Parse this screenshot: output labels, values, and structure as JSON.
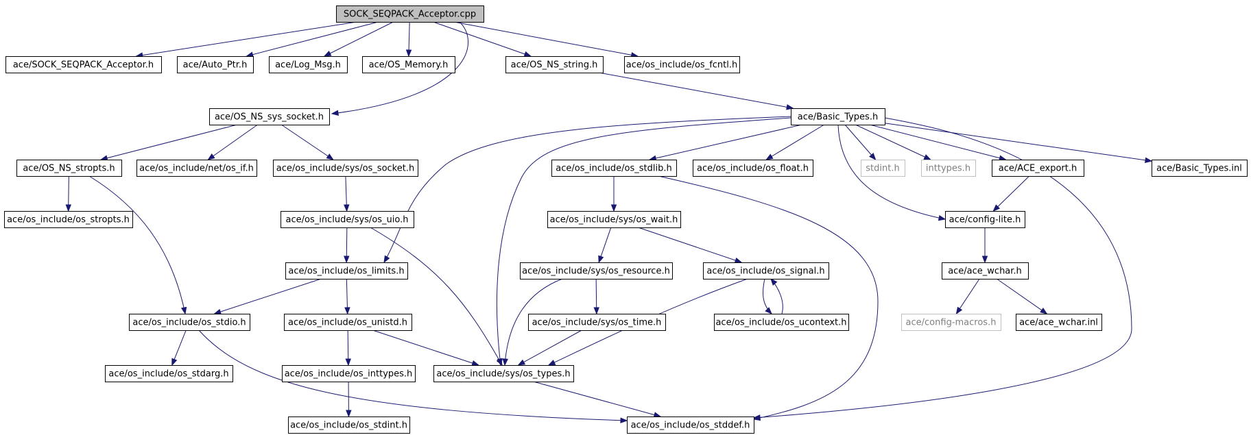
{
  "graph": {
    "root": "SOCK_SEQPACK_Acceptor.cpp",
    "colors": {
      "edge": "#191970",
      "root_fill": "#bfbfbf",
      "node_border": "#000000",
      "ghost_border": "#bfbfbf",
      "ghost_text": "#7f7f7f"
    },
    "nodes": [
      {
        "id": "root",
        "label": "SOCK_SEQPACK_Acceptor.cpp",
        "kind": "root"
      },
      {
        "id": "sock_h",
        "label": "ace/SOCK_SEQPACK_Acceptor.h",
        "kind": "normal"
      },
      {
        "id": "autoptr",
        "label": "ace/Auto_Ptr.h",
        "kind": "normal"
      },
      {
        "id": "logmsg",
        "label": "ace/Log_Msg.h",
        "kind": "normal"
      },
      {
        "id": "osmem",
        "label": "ace/OS_Memory.h",
        "kind": "normal"
      },
      {
        "id": "osstring",
        "label": "ace/OS_NS_string.h",
        "kind": "normal"
      },
      {
        "id": "fcntl",
        "label": "ace/os_include/os_fcntl.h",
        "kind": "normal"
      },
      {
        "id": "syssock",
        "label": "ace/OS_NS_sys_socket.h",
        "kind": "normal"
      },
      {
        "id": "basic",
        "label": "ace/Basic_Types.h",
        "kind": "normal"
      },
      {
        "id": "stropts",
        "label": "ace/OS_NS_stropts.h",
        "kind": "normal"
      },
      {
        "id": "netif",
        "label": "ace/os_include/net/os_if.h",
        "kind": "normal"
      },
      {
        "id": "ossocket",
        "label": "ace/os_include/sys/os_socket.h",
        "kind": "normal"
      },
      {
        "id": "stdlib",
        "label": "ace/os_include/os_stdlib.h",
        "kind": "normal"
      },
      {
        "id": "float",
        "label": "ace/os_include/os_float.h",
        "kind": "normal"
      },
      {
        "id": "stdint_ext",
        "label": "stdint.h",
        "kind": "ghost"
      },
      {
        "id": "inttypes_ext",
        "label": "inttypes.h",
        "kind": "ghost"
      },
      {
        "id": "export",
        "label": "ace/ACE_export.h",
        "kind": "normal"
      },
      {
        "id": "basicinl",
        "label": "ace/Basic_Types.inl",
        "kind": "normal"
      },
      {
        "id": "ostropts",
        "label": "ace/os_include/os_stropts.h",
        "kind": "normal"
      },
      {
        "id": "uio",
        "label": "ace/os_include/sys/os_uio.h",
        "kind": "normal"
      },
      {
        "id": "wait",
        "label": "ace/os_include/sys/os_wait.h",
        "kind": "normal"
      },
      {
        "id": "configlite",
        "label": "ace/config-lite.h",
        "kind": "normal"
      },
      {
        "id": "limits",
        "label": "ace/os_include/os_limits.h",
        "kind": "normal"
      },
      {
        "id": "resource",
        "label": "ace/os_include/sys/os_resource.h",
        "kind": "normal"
      },
      {
        "id": "signal",
        "label": "ace/os_include/os_signal.h",
        "kind": "normal"
      },
      {
        "id": "wchar",
        "label": "ace/ace_wchar.h",
        "kind": "normal"
      },
      {
        "id": "stdio",
        "label": "ace/os_include/os_stdio.h",
        "kind": "normal"
      },
      {
        "id": "unistd",
        "label": "ace/os_include/os_unistd.h",
        "kind": "normal"
      },
      {
        "id": "ostime",
        "label": "ace/os_include/sys/os_time.h",
        "kind": "normal"
      },
      {
        "id": "ucontext",
        "label": "ace/os_include/os_ucontext.h",
        "kind": "normal"
      },
      {
        "id": "configmacros",
        "label": "ace/config-macros.h",
        "kind": "ghost"
      },
      {
        "id": "wcharinl",
        "label": "ace/ace_wchar.inl",
        "kind": "normal"
      },
      {
        "id": "stdarg",
        "label": "ace/os_include/os_stdarg.h",
        "kind": "normal"
      },
      {
        "id": "inttypes",
        "label": "ace/os_include/os_inttypes.h",
        "kind": "normal"
      },
      {
        "id": "types",
        "label": "ace/os_include/sys/os_types.h",
        "kind": "normal"
      },
      {
        "id": "stdintinc",
        "label": "ace/os_include/os_stdint.h",
        "kind": "normal"
      },
      {
        "id": "stddef",
        "label": "ace/os_include/os_stddef.h",
        "kind": "normal"
      }
    ],
    "edges": [
      [
        "root",
        "sock_h"
      ],
      [
        "root",
        "autoptr"
      ],
      [
        "root",
        "logmsg"
      ],
      [
        "root",
        "osmem"
      ],
      [
        "root",
        "osstring"
      ],
      [
        "root",
        "fcntl"
      ],
      [
        "root",
        "syssock"
      ],
      [
        "osstring",
        "basic"
      ],
      [
        "syssock",
        "stropts"
      ],
      [
        "syssock",
        "netif"
      ],
      [
        "syssock",
        "ossocket"
      ],
      [
        "basic",
        "limits"
      ],
      [
        "basic",
        "types"
      ],
      [
        "basic",
        "stdlib"
      ],
      [
        "basic",
        "float"
      ],
      [
        "basic",
        "stdint_ext"
      ],
      [
        "basic",
        "inttypes_ext"
      ],
      [
        "basic",
        "export"
      ],
      [
        "basic",
        "configlite"
      ],
      [
        "basic",
        "stddef"
      ],
      [
        "basic",
        "basicinl"
      ],
      [
        "stropts",
        "ostropts"
      ],
      [
        "stropts",
        "stdio"
      ],
      [
        "ossocket",
        "uio"
      ],
      [
        "stdlib",
        "wait"
      ],
      [
        "stdlib",
        "stddef"
      ],
      [
        "export",
        "configlite"
      ],
      [
        "uio",
        "limits"
      ],
      [
        "uio",
        "types"
      ],
      [
        "wait",
        "resource"
      ],
      [
        "wait",
        "signal"
      ],
      [
        "configlite",
        "wchar"
      ],
      [
        "limits",
        "stdio"
      ],
      [
        "limits",
        "unistd"
      ],
      [
        "resource",
        "ostime"
      ],
      [
        "resource",
        "types"
      ],
      [
        "signal",
        "ucontext"
      ],
      [
        "signal",
        "types"
      ],
      [
        "ucontext",
        "signal"
      ],
      [
        "wchar",
        "configmacros"
      ],
      [
        "wchar",
        "wcharinl"
      ],
      [
        "stdio",
        "stdarg"
      ],
      [
        "stdio",
        "stddef"
      ],
      [
        "unistd",
        "inttypes"
      ],
      [
        "unistd",
        "types"
      ],
      [
        "ostime",
        "types"
      ],
      [
        "inttypes",
        "stdintinc"
      ],
      [
        "types",
        "stddef"
      ]
    ]
  }
}
